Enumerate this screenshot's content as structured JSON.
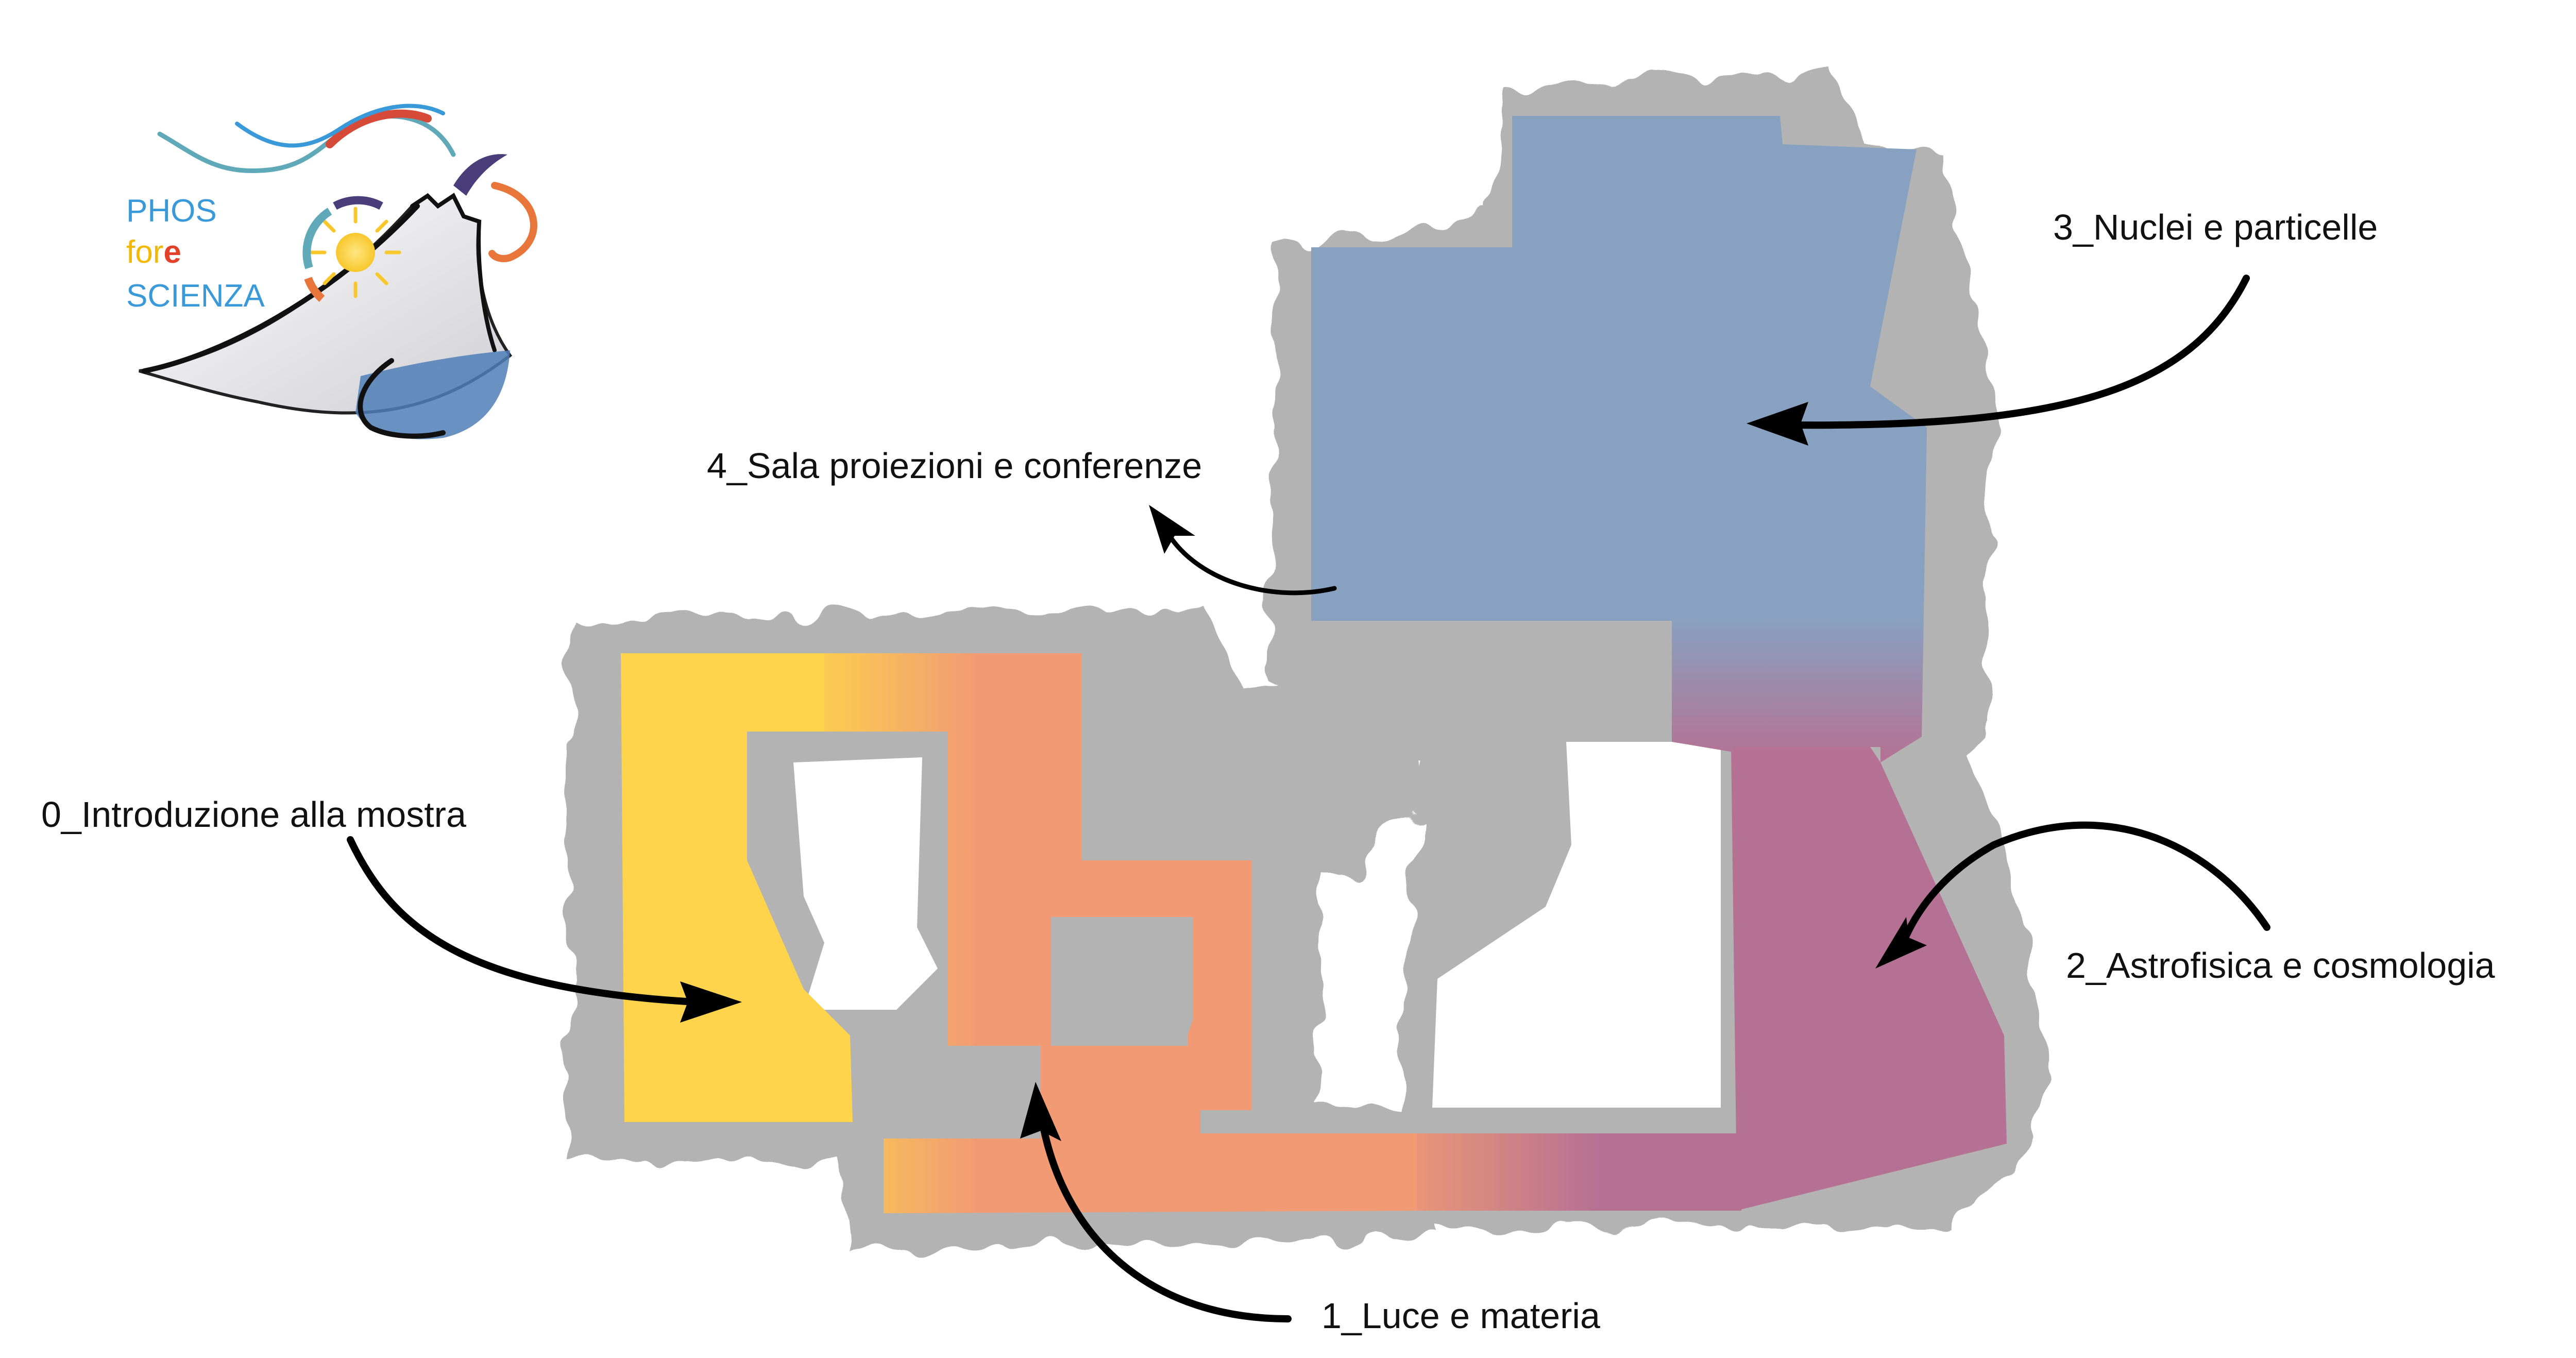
{
  "logo": {
    "line1": "PHOS",
    "line2_prefix": "for",
    "line2_highlight": "e",
    "line3": "SCIENZA",
    "colors": {
      "blue": "#3a9ad9",
      "yellow": "#f5b800",
      "red": "#e2412a",
      "curve_teal": "#5fa9b8",
      "curve_red": "#d64a3a",
      "curve_purple": "#4a3e7a",
      "curve_orange": "#e8763a",
      "sun": "#f7c72c",
      "water": "#4f7fb8"
    },
    "icons": [
      "sun-icon",
      "volcano-sketch",
      "sea-waves"
    ]
  },
  "map": {
    "colors": {
      "halo": "#b3b3b3",
      "room_0": "#fdd44b",
      "room_1": "#f19a74",
      "room_2": "#b57193",
      "room_3": "#88a1c0",
      "arrow": "#000000"
    }
  },
  "rooms": [
    {
      "id": "room-0",
      "label": "0_Introduzione alla mostra"
    },
    {
      "id": "room-1",
      "label": "1_Luce e materia"
    },
    {
      "id": "room-2",
      "label": "2_Astrofisica e cosmologia"
    },
    {
      "id": "room-3",
      "label": "3_Nuclei e particelle"
    },
    {
      "id": "room-4",
      "label": "4_Sala proiezioni e conferenze"
    }
  ]
}
